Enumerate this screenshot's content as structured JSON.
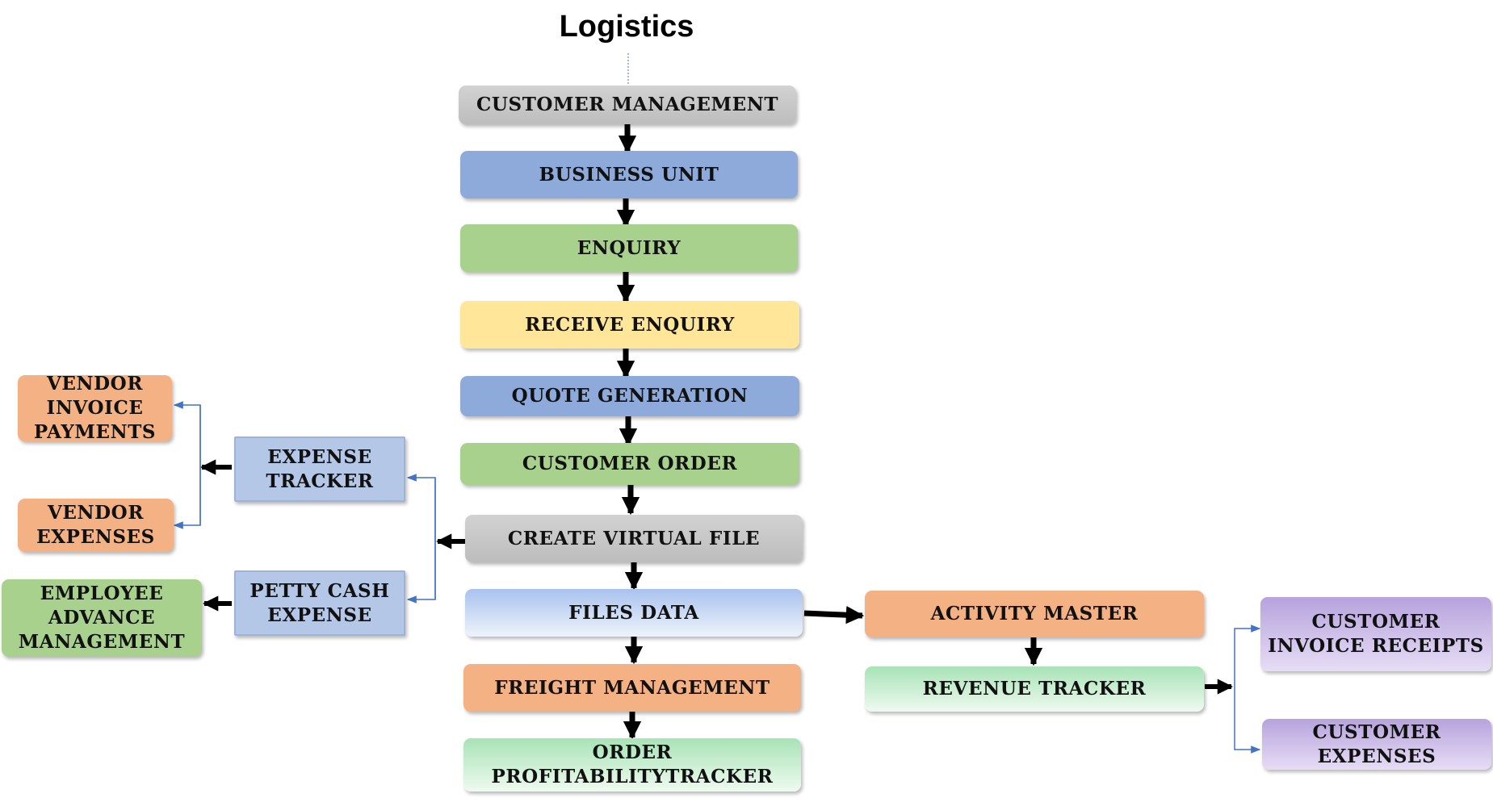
{
  "title": "Logistics",
  "nodes": {
    "customer_management": "CUSTOMER MANAGEMENT",
    "business_unit": "BUSINESS UNIT",
    "enquiry": "ENQUIRY",
    "receive_enquiry": "RECEIVE ENQUIRY",
    "quote_generation": "QUOTE GENERATION",
    "customer_order": "CUSTOMER ORDER",
    "create_virtual_file": "CREATE VIRTUAL FILE",
    "files_data": "FILES DATA",
    "freight_management": "FREIGHT MANAGEMENT",
    "order_profitability_tracker": "ORDER\nPROFITABILITYTRACKER",
    "expense_tracker": "EXPENSE\nTRACKER",
    "petty_cash_expense": "PETTY CASH\nEXPENSE",
    "vendor_invoice_payments": "VENDOR\nINVOICE\nPAYMENTS",
    "vendor_expenses": "VENDOR\nEXPENSES",
    "employee_advance_management": "EMPLOYEE\nADVANCE\nMANAGEMENT",
    "activity_master": "ACTIVITY MASTER",
    "revenue_tracker": "REVENUE TRACKER",
    "customer_invoice_receipts": "CUSTOMER\nINVOICE RECEIPTS",
    "customer_expenses": "CUSTOMER\nEXPENSES"
  }
}
